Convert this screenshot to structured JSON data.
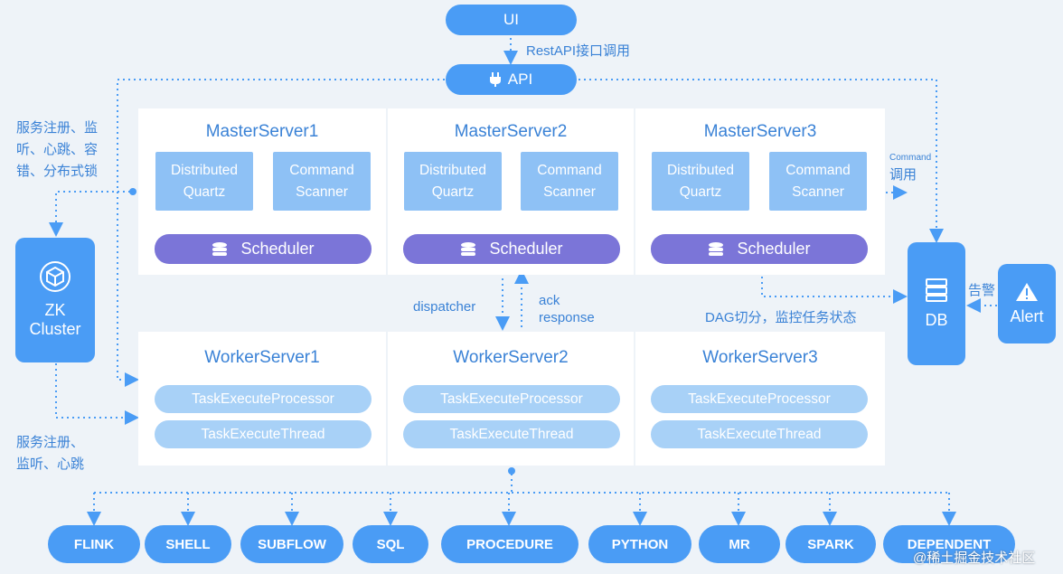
{
  "top": {
    "ui_label": "UI",
    "restapi_label": "RestAPI接口调用",
    "api_label": "API"
  },
  "masters": [
    {
      "title": "MasterServer1",
      "quartz": [
        "Distributed",
        "Quartz"
      ],
      "scanner": [
        "Command",
        "Scanner"
      ],
      "scheduler": "Scheduler"
    },
    {
      "title": "MasterServer2",
      "quartz": [
        "Distributed",
        "Quartz"
      ],
      "scanner": [
        "Command",
        "Scanner"
      ],
      "scheduler": "Scheduler"
    },
    {
      "title": "MasterServer3",
      "quartz": [
        "Distributed",
        "Quartz"
      ],
      "scanner": [
        "Command",
        "Scanner"
      ],
      "scheduler": "Scheduler"
    }
  ],
  "workers": [
    {
      "title": "WorkerServer1",
      "processor": "TaskExecuteProcessor",
      "thread": "TaskExecuteThread"
    },
    {
      "title": "WorkerServer2",
      "processor": "TaskExecuteProcessor",
      "thread": "TaskExecuteThread"
    },
    {
      "title": "WorkerServer3",
      "processor": "TaskExecuteProcessor",
      "thread": "TaskExecuteThread"
    }
  ],
  "middle": {
    "dispatcher": "dispatcher",
    "ack": "ack",
    "response": "response",
    "dag": "DAG切分，监控任务状态"
  },
  "zk": {
    "line1": "ZK",
    "line2": "Cluster",
    "master_note": [
      "服务注册、监",
      "听、心跳、容",
      "错、分布式锁"
    ],
    "worker_note": [
      "服务注册、",
      "监听、心跳"
    ]
  },
  "db": {
    "label": "DB",
    "command_small": "Command",
    "command_call": "调用"
  },
  "alert": {
    "label": "Alert",
    "alarm": "告警"
  },
  "plugins": [
    "FLINK",
    "SHELL",
    "SUBFLOW",
    "SQL",
    "PROCEDURE",
    "PYTHON",
    "MR",
    "SPARK",
    "DEPENDENT"
  ],
  "watermark": "@稀土掘金技术社区",
  "colors": {
    "primary": "#4a9cf5",
    "light": "#8ec1f5",
    "scheduler": "#7b75d8",
    "task": "#a8d1f7",
    "text": "#3a82d6"
  }
}
